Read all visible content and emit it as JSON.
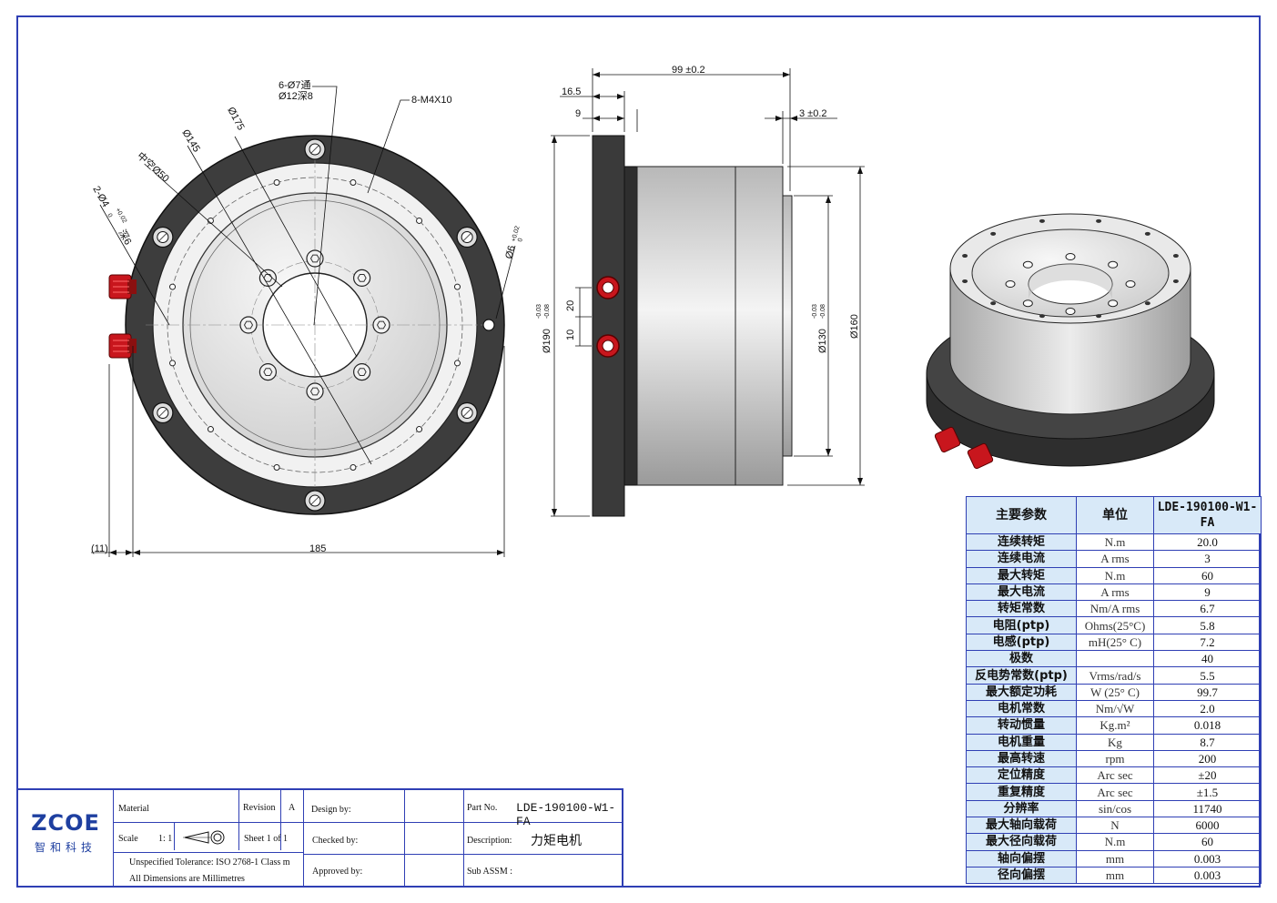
{
  "drawing": {
    "front_view": {
      "labels": {
        "holes_a": "6-Ø7通",
        "holes_a2": "Ø12深8",
        "holes_b": "8-M4X10",
        "d175": "Ø175",
        "d145": "Ø145",
        "d50": "中空Ø50",
        "pin": "2-Ø4",
        "pin_tol_up": "+0.02",
        "pin_tol_lo": "0",
        "pin_depth": "深6",
        "d6": "Ø6",
        "d6_tol_up": "+0.02",
        "d6_tol_lo": "0",
        "w185": "185",
        "w11": "(11)"
      }
    },
    "side_view": {
      "labels": {
        "len99": "99 ±0.2",
        "len16": "16.5",
        "len9": "9",
        "len3": "3 ±0.2",
        "d190": "Ø190",
        "d190_tol_up": "-0.03",
        "d190_tol_lo": "-0.08",
        "s20": "20",
        "s10": "10",
        "d130": "Ø130",
        "d130_tol_up": "-0.03",
        "d130_tol_lo": "-0.08",
        "d160": "Ø160"
      }
    }
  },
  "spec_table": {
    "headers": [
      "主要参数",
      "单位",
      "LDE-190100-W1-FA"
    ],
    "rows": [
      [
        "连续转矩",
        "N.m",
        "20.0"
      ],
      [
        "连续电流",
        "A rms",
        "3"
      ],
      [
        "最大转矩",
        "N.m",
        "60"
      ],
      [
        "最大电流",
        "A rms",
        "9"
      ],
      [
        "转矩常数",
        "Nm/A rms",
        "6.7"
      ],
      [
        "电阻(ptp)",
        "Ohms(25°C)",
        "5.8"
      ],
      [
        "电感(ptp)",
        "mH(25° C)",
        "7.2"
      ],
      [
        "极数",
        "",
        "40"
      ],
      [
        "反电势常数(ptp)",
        "Vrms/rad/s",
        "5.5"
      ],
      [
        "最大额定功耗",
        "W (25° C)",
        "99.7"
      ],
      [
        "电机常数",
        "Nm/√W",
        "2.0"
      ],
      [
        "转动惯量",
        "Kg.m²",
        "0.018"
      ],
      [
        "电机重量",
        "Kg",
        "8.7"
      ],
      [
        "最高转速",
        "rpm",
        "200"
      ],
      [
        "定位精度",
        "Arc sec",
        "±20"
      ],
      [
        "重复精度",
        "Arc sec",
        "±1.5"
      ],
      [
        "分辨率",
        "sin/cos",
        "11740"
      ],
      [
        "最大轴向载荷",
        "N",
        "6000"
      ],
      [
        "最大径向载荷",
        "N.m",
        "60"
      ],
      [
        "轴向偏摆",
        "mm",
        "0.003"
      ],
      [
        "径向偏摆",
        "mm",
        "0.003"
      ]
    ]
  },
  "title_block": {
    "logo": "ZCOE",
    "logo_sub": "智和科技",
    "material_label": "Material",
    "revision_label": "Revision",
    "revision_value": "A",
    "scale_label": "Scale",
    "scale_value": "1: 1",
    "sheet_text": "Sheet  1  of  1",
    "tolerance_text": "Unspecified Tolerance: ISO 2768-1 Class m",
    "dimensions_text": "All Dimensions  are Millimetres",
    "design_by": "Design by:",
    "checked_by": "Checked by:",
    "approved_by": "Approved by:",
    "part_no_label": "Part No.",
    "part_no_value": "LDE-190100-W1-FA",
    "description_label": "Description:",
    "description_value": "力矩电机",
    "sub_assm_label": "Sub ASSM :"
  },
  "colors": {
    "border": "#2f3fb4",
    "header_bg": "#d8e9f8",
    "logo": "#1e3fa0"
  }
}
